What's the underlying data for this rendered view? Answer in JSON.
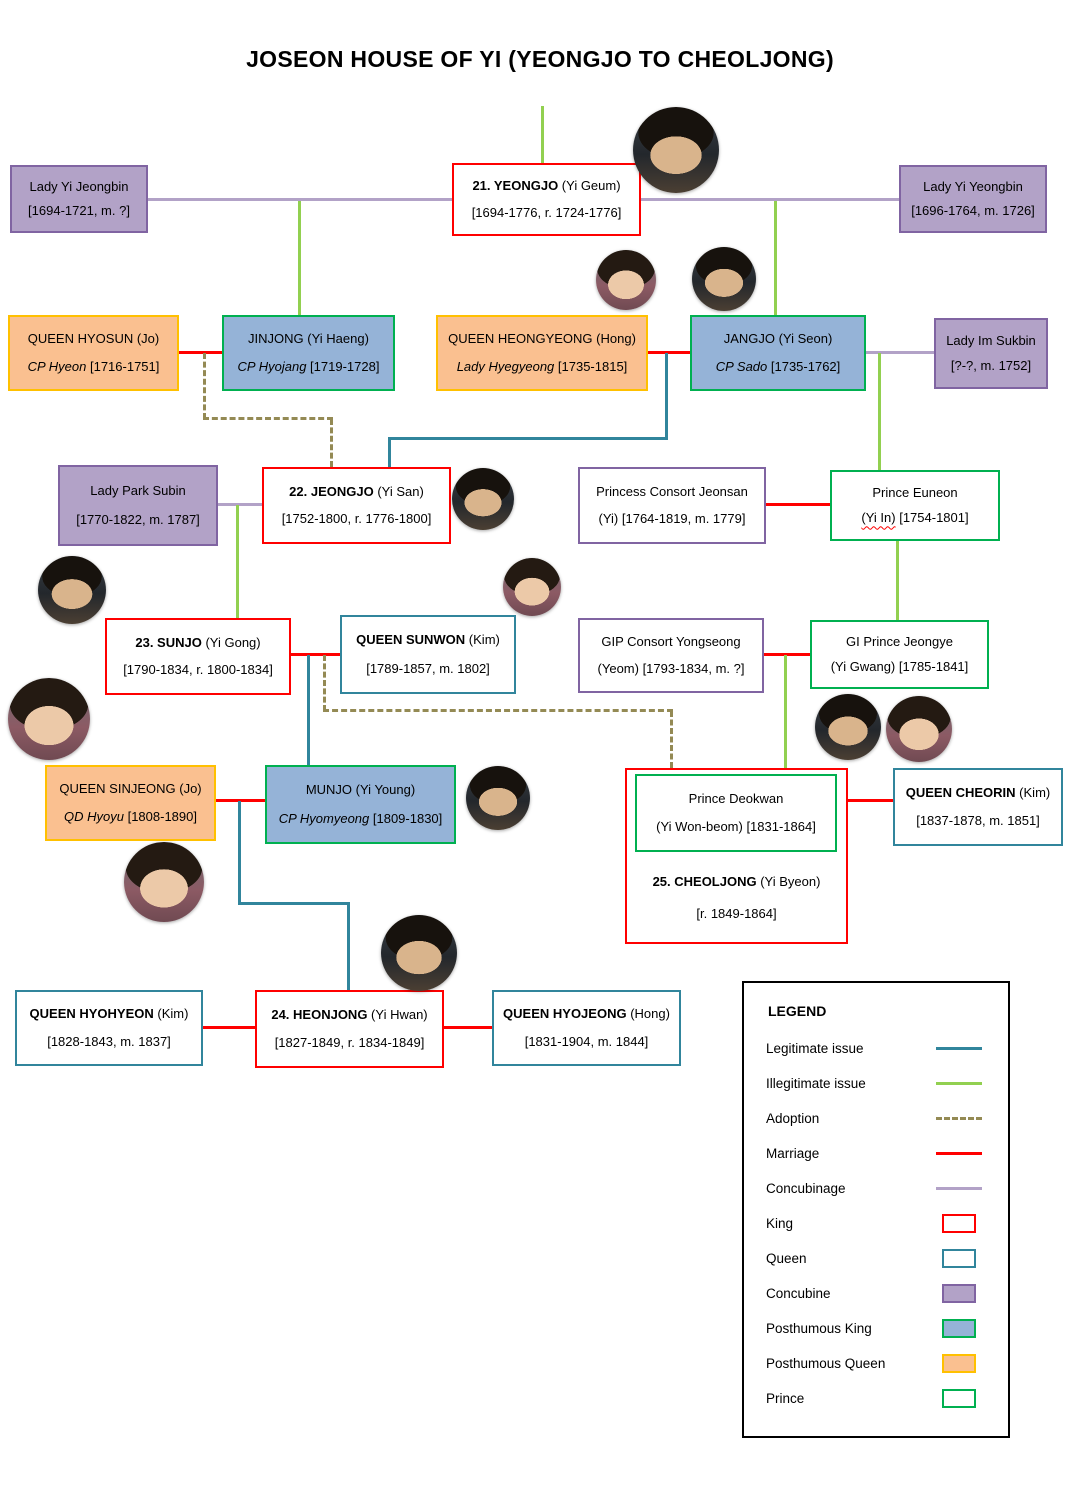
{
  "title": "JOSEON HOUSE OF YI (YEONGJO TO CHEOLJONG)",
  "nodes": {
    "jeongbin": {
      "t": "Lady Yi Jeongbin",
      "t2": "[1694-1721, m. ?]"
    },
    "yeongjo": {
      "b": "21. YEONGJO",
      "t": " (Yi Geum)",
      "t2": "[1694-1776, r. 1724-1776]"
    },
    "yeongbin": {
      "t": "Lady Yi Yeongbin",
      "t2": "[1696-1764, m. 1726]"
    },
    "hyosun": {
      "t": "QUEEN HYOSUN (Jo)",
      "i2": "CP Hyeon",
      "t2": " [1716-1751]"
    },
    "jinjong": {
      "t": "JINJONG (Yi Haeng)",
      "i2": "CP Hyojang",
      "t2": " [1719-1728]"
    },
    "heongyeong": {
      "t": "QUEEN HEONGYEONG (Hong)",
      "i2": "Lady Hyegyeong",
      "t2": " [1735-1815]"
    },
    "jangjo": {
      "t": "JANGJO (Yi Seon)",
      "i2": "CP Sado",
      "t2": " [1735-1762]"
    },
    "sukbin": {
      "t": "Lady Im Sukbin",
      "t2": "[?-?, m. 1752]"
    },
    "subin": {
      "t": "Lady Park Subin",
      "t2": "[1770-1822, m. 1787]"
    },
    "jeongjo": {
      "b": "22. JEONGJO",
      "t": " (Yi San)",
      "t2": "[1752-1800, r. 1776-1800]"
    },
    "jeonsan": {
      "t": "Princess Consort Jeonsan",
      "t2": "(Yi) [1764-1819, m. 1779]"
    },
    "euneon": {
      "t": "Prince Euneon",
      "t2a": "(Yi In)",
      "t2": " [1754-1801]"
    },
    "sunjo": {
      "b": "23. SUNJO",
      "t": " (Yi Gong)",
      "t2": "[1790-1834, r. 1800-1834]"
    },
    "sunwon": {
      "b": "QUEEN SUNWON",
      "t": " (Kim)",
      "t2": "[1789-1857, m. 1802]"
    },
    "yongseong": {
      "t": "GIP Consort Yongseong",
      "t2": "(Yeom) [1793-1834, m. ?]"
    },
    "jeongye": {
      "t": "GI Prince Jeongye",
      "t2": "(Yi Gwang) [1785-1841]"
    },
    "sinjeong": {
      "t": "QUEEN SINJEONG (Jo)",
      "i2": "QD Hyoyu",
      "t2": " [1808-1890]"
    },
    "munjo": {
      "t": "MUNJO (Yi Young)",
      "i2": "CP Hyomyeong",
      "t2": " [1809-1830]"
    },
    "deokwan": {
      "t": "Prince Deokwan",
      "t2": "(Yi Won-beom) [1831-1864]"
    },
    "cheoljong": {
      "b": "25. CHEOLJONG",
      "t": " (Yi Byeon)",
      "t2": "[r. 1849-1864]"
    },
    "cheorin": {
      "b": "QUEEN CHEORIN",
      "t": " (Kim)",
      "t2": "[1837-1878, m. 1851]"
    },
    "hyohyeon": {
      "b": "QUEEN HYOHYEON",
      "t": " (Kim)",
      "t2": "[1828-1843, m. 1837]"
    },
    "heonjong": {
      "b": "24. HEONJONG",
      "t": " (Yi Hwan)",
      "t2": "[1827-1849, r. 1834-1849]"
    },
    "hyojeong": {
      "b": "QUEEN HYOJEONG",
      "t": " (Hong)",
      "t2": "[1831-1904, m. 1844]"
    }
  },
  "legend": {
    "title": "LEGEND",
    "items": [
      {
        "label": "Legitimate issue"
      },
      {
        "label": "Illegitimate issue"
      },
      {
        "label": "Adoption"
      },
      {
        "label": "Marriage"
      },
      {
        "label": "Concubinage"
      },
      {
        "label": "King"
      },
      {
        "label": "Queen"
      },
      {
        "label": "Concubine"
      },
      {
        "label": "Posthumous King"
      },
      {
        "label": "Posthumous Queen"
      },
      {
        "label": "Prince"
      }
    ]
  },
  "colors": {
    "marriage": "#FF0000",
    "legitimate_issue": "#31859C",
    "illegitimate_issue": "#92D050",
    "adoption": "#948A54",
    "concubinage": "#B2A2C7",
    "king_border": "#FF0000",
    "queen_border": "#31859C",
    "concubine_fill": "#B2A2C7",
    "posthumous_king_fill": "#95B3D7",
    "posthumous_king_border": "#00B050",
    "posthumous_queen_fill": "#FAC090",
    "posthumous_queen_border": "#FFC000",
    "prince_border": "#00B050"
  },
  "portraits": [
    "yeongjo",
    "queen-heongyeong",
    "jangjo",
    "jeongjo",
    "sunjo",
    "queen-sunwon",
    "queen-sinjeong",
    "munjo",
    "queen-dowager",
    "heonjong",
    "cheoljong",
    "queen-cheorin"
  ]
}
